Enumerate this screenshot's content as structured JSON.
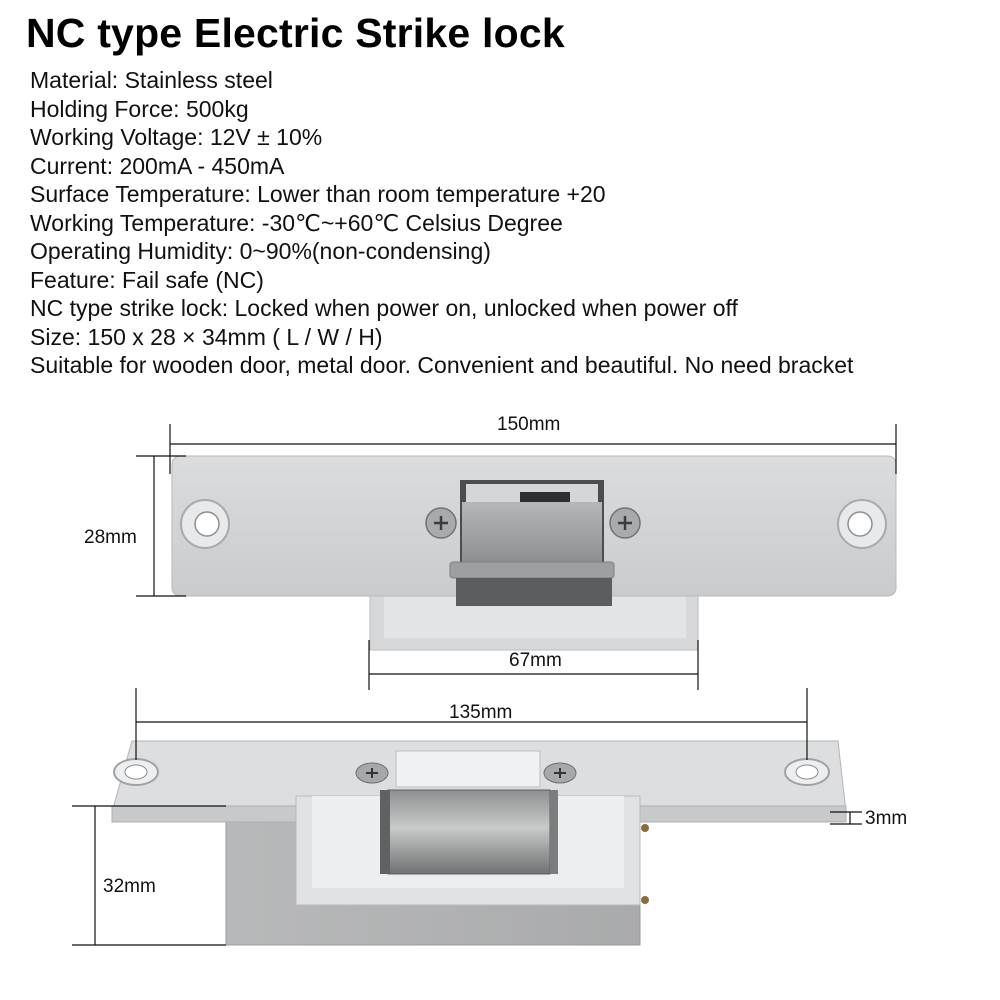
{
  "title": "NC type Electric Strike lock",
  "specs": [
    "Material: Stainless steel",
    "Holding Force: 500kg",
    "Working Voltage: 12V ± 10%",
    "Current: 200mA - 450mA",
    "Surface Temperature: Lower than room temperature +20",
    "Working Temperature: -30℃~+60℃ Celsius Degree",
    "Operating Humidity: 0~90%(non-condensing)",
    "Feature: Fail safe (NC)",
    "NC type strike lock: Locked when power on, unlocked when power off",
    "Size: 150 x 28 × 34mm ( L / W / H)",
    "Suitable for wooden door, metal door. Convenient and beautiful. No need bracket"
  ],
  "dimensions": {
    "length": "150mm",
    "width": "28mm",
    "lip_width": "67mm",
    "hole_spacing": "135mm",
    "plate_thickness": "3mm",
    "body_depth": "32mm"
  }
}
